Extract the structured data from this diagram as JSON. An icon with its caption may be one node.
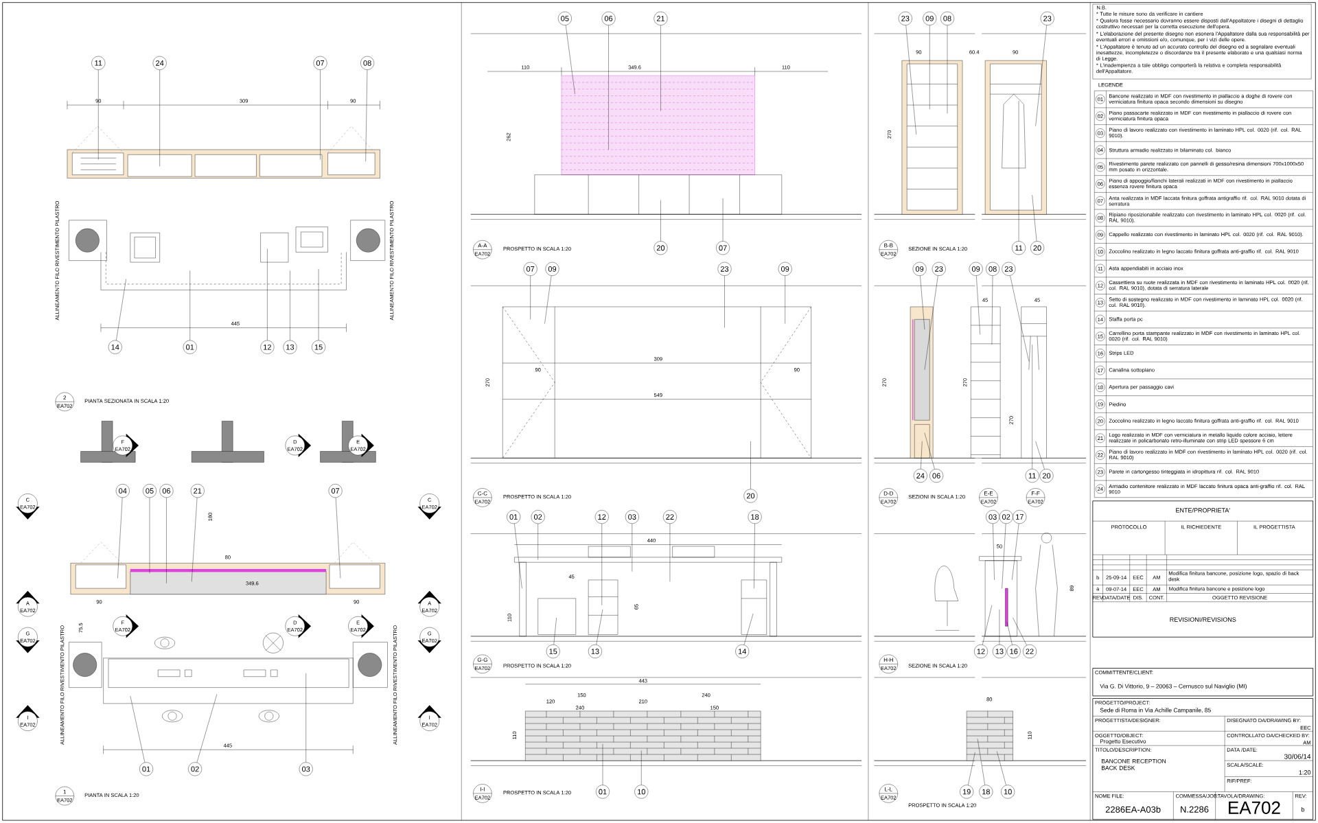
{
  "diagram": {
    "nodes": [
      {
        "text": [
          "11"
        ]
      },
      {
        "text": [
          "24"
        ]
      },
      {
        "text": [
          "07"
        ]
      },
      {
        "text": [
          "08"
        ]
      },
      {
        "text": [
          "14"
        ]
      },
      {
        "text": [
          "01"
        ]
      },
      {
        "text": [
          "12"
        ]
      },
      {
        "text": [
          "13"
        ]
      },
      {
        "text": [
          "15"
        ]
      },
      {
        "text": [
          "05"
        ]
      },
      {
        "text": [
          "06"
        ]
      },
      {
        "text": [
          "21"
        ]
      },
      {
        "text": [
          "23"
        ]
      },
      {
        "text": [
          "09"
        ]
      },
      {
        "text": [
          "08"
        ]
      },
      {
        "text": [
          "23"
        ]
      },
      {
        "text": [
          "20"
        ]
      },
      {
        "text": [
          "07"
        ]
      },
      {
        "text": [
          "11"
        ]
      },
      {
        "text": [
          "20"
        ]
      },
      {
        "text": [
          "07"
        ]
      },
      {
        "text": [
          "09"
        ]
      },
      {
        "text": [
          "23"
        ]
      },
      {
        "text": [
          "09"
        ]
      },
      {
        "text": [
          "09"
        ]
      },
      {
        "text": [
          "23"
        ]
      },
      {
        "text": [
          "09"
        ]
      },
      {
        "text": [
          "08"
        ]
      },
      {
        "text": [
          "23"
        ]
      },
      {
        "text": [
          "04"
        ]
      },
      {
        "text": [
          "05"
        ]
      },
      {
        "text": [
          "06"
        ]
      },
      {
        "text": [
          "21"
        ]
      },
      {
        "text": [
          "07"
        ]
      },
      {
        "text": [
          "20"
        ]
      },
      {
        "text": [
          "24"
        ]
      },
      {
        "text": [
          "06"
        ]
      },
      {
        "text": [
          "11"
        ]
      },
      {
        "text": [
          "20"
        ]
      },
      {
        "text": [
          "01"
        ]
      },
      {
        "text": [
          "02"
        ]
      },
      {
        "text": [
          "12"
        ]
      },
      {
        "text": [
          "03"
        ]
      },
      {
        "text": [
          "22"
        ]
      },
      {
        "text": [
          "18"
        ]
      },
      {
        "text": [
          "03"
        ]
      },
      {
        "text": [
          "02"
        ]
      },
      {
        "text": [
          "17"
        ]
      },
      {
        "text": [
          "15"
        ]
      },
      {
        "text": [
          "13"
        ]
      },
      {
        "text": [
          "14"
        ]
      },
      {
        "text": [
          "12"
        ]
      },
      {
        "text": [
          "13"
        ]
      },
      {
        "text": [
          "16"
        ]
      },
      {
        "text": [
          "22"
        ]
      },
      {
        "text": [
          "01"
        ]
      },
      {
        "text": [
          "02"
        ]
      },
      {
        "text": [
          "03"
        ]
      },
      {
        "text": [
          "01"
        ]
      },
      {
        "text": [
          "10"
        ]
      },
      {
        "text": [
          "19"
        ]
      },
      {
        "text": [
          "18"
        ]
      },
      {
        "text": [
          "10"
        ]
      }
    ],
    "edges": [
      {
        "from": 0,
        "to": null,
        "arrow": "none"
      },
      {
        "from": 1,
        "to": null,
        "arrow": "none"
      },
      {
        "from": 2,
        "to": null,
        "arrow": "none"
      },
      {
        "from": 3,
        "to": null,
        "arrow": "none"
      },
      {
        "from": 4,
        "to": null,
        "arrow": "none"
      },
      {
        "from": 5,
        "to": null,
        "arrow": "none"
      },
      {
        "from": 6,
        "to": null,
        "arrow": "none"
      },
      {
        "from": 7,
        "to": null,
        "arrow": "none"
      },
      {
        "from": 8,
        "to": null,
        "arrow": "none"
      },
      {
        "from": 9,
        "to": null,
        "arrow": "none"
      },
      {
        "from": 10,
        "to": null,
        "arrow": "none"
      },
      {
        "from": 11,
        "to": null,
        "arrow": "none"
      },
      {
        "from": 12,
        "to": null,
        "arrow": "none"
      },
      {
        "from": 13,
        "to": null,
        "arrow": "none"
      },
      {
        "from": 14,
        "to": null,
        "arrow": "none"
      },
      {
        "from": 15,
        "to": null,
        "arrow": "none"
      },
      {
        "from": 16,
        "to": null,
        "arrow": "none"
      },
      {
        "from": 17,
        "to": null,
        "arrow": "none"
      },
      {
        "from": 18,
        "to": null,
        "arrow": "none"
      },
      {
        "from": 19,
        "to": null,
        "arrow": "none"
      },
      {
        "from": 20,
        "to": null,
        "arrow": "none"
      },
      {
        "from": 21,
        "to": null,
        "arrow": "none"
      },
      {
        "from": 22,
        "to": null,
        "arrow": "none"
      },
      {
        "from": 23,
        "to": null,
        "arrow": "none"
      },
      {
        "from": 24,
        "to": null,
        "arrow": "none"
      },
      {
        "from": 25,
        "to": null,
        "arrow": "none"
      },
      {
        "from": 26,
        "to": null,
        "arrow": "none"
      },
      {
        "from": 27,
        "to": null,
        "arrow": "none"
      },
      {
        "from": 28,
        "to": null,
        "arrow": "none"
      },
      {
        "from": 29,
        "to": null,
        "arrow": "none"
      },
      {
        "from": 30,
        "to": null,
        "arrow": "none"
      },
      {
        "from": 31,
        "to": null,
        "arrow": "none"
      },
      {
        "from": 32,
        "to": null,
        "arrow": "none"
      },
      {
        "from": 33,
        "to": null,
        "arrow": "none"
      },
      {
        "from": 34,
        "to": null,
        "arrow": "none"
      },
      {
        "from": 35,
        "to": null,
        "arrow": "none"
      },
      {
        "from": 36,
        "to": null,
        "arrow": "none"
      },
      {
        "from": 37,
        "to": null,
        "arrow": "none"
      },
      {
        "from": 38,
        "to": null,
        "arrow": "none"
      },
      {
        "from": 39,
        "to": null,
        "arrow": "none"
      },
      {
        "from": 40,
        "to": null,
        "arrow": "none"
      },
      {
        "from": 41,
        "to": null,
        "arrow": "none"
      },
      {
        "from": 42,
        "to": null,
        "arrow": "none"
      },
      {
        "from": 43,
        "to": null,
        "arrow": "none"
      },
      {
        "from": 44,
        "to": null,
        "arrow": "none"
      },
      {
        "from": 45,
        "to": null,
        "arrow": "none"
      },
      {
        "from": 46,
        "to": null,
        "arrow": "none"
      },
      {
        "from": 47,
        "to": null,
        "arrow": "none"
      },
      {
        "from": 48,
        "to": null,
        "arrow": "none"
      },
      {
        "from": 49,
        "to": null,
        "arrow": "none"
      },
      {
        "from": 50,
        "to": null,
        "arrow": "none"
      },
      {
        "from": 51,
        "to": null,
        "arrow": "none"
      },
      {
        "from": 52,
        "to": null,
        "arrow": "none"
      },
      {
        "from": 53,
        "to": null,
        "arrow": "none"
      },
      {
        "from": 54,
        "to": null,
        "arrow": "none"
      },
      {
        "from": 55,
        "to": null,
        "arrow": "none"
      },
      {
        "from": 56,
        "to": null,
        "arrow": "none"
      },
      {
        "from": 57,
        "to": null,
        "arrow": "none"
      },
      {
        "from": 58,
        "to": null,
        "arrow": "none"
      },
      {
        "from": 59,
        "to": null,
        "arrow": "none"
      },
      {
        "from": 60,
        "to": null,
        "arrow": "none"
      },
      {
        "from": 61,
        "to": null,
        "arrow": "none"
      },
      {
        "from": 62,
        "to": null,
        "arrow": "none"
      }
    ],
    "labels": [
      "N.B.",
      "* Tutte le misure sono da verificare in cantiere",
      "* Qualora fosse necessario dovranno essere disposti dall'Appaltatore i disegni di dettaglio costruttivo necessari per la corretta esecuzione dell'opera.",
      "* L'elaborazione del presente disegno non esonera l'Appaltatore dalla sua responsabilità per eventuali errori e omissioni e/o, comunque, per i vizi delle opere.",
      "* L'Appaltatore è tenuto ad un accurato controllo del disegno ed a segnalare eventuali inesattezze, incompletezze o discordanze tra il presente elaborato e una qualsiasi norma di Legge.",
      "* L'inadempienza a tale obbligo comporterà la relativa e completa responsabilità dell'Appaltatore.",
      "LEGENDE",
      "01",
      "Bancone realizzato in MDF con rivestimento in piallaccio a doghe di rovere con verniciatura finitura opaca secondo dimensioni su disegno",
      "02",
      "Piano passacarte realizzato in MDF con rivestimento in piallaccio di rovere con verniciatura finitura opaca",
      "03",
      "Piano di lavoro realizzato con rivestimento in laminato HPL col. 0020 (rif. col. RAL 9010).",
      "04",
      "Struttura armadio realizzato in bilaminato col. bianco",
      "05",
      "Rivestimento parete realizzato con pannelli di gesso/resina dimensioni 700x1000x50 mm posato in orizzontale.",
      "06",
      "Piano di appoggio/fianchi laterali realizzati in MDF con rivestimento in piallaccio essenza rovere finitura opaca",
      "07",
      "Anta realizzata in MDF laccata finitura goffrata antigraffio rif. col. RAL 9010 dotata di serratura",
      "08",
      "Ripiano riposizionabile realizzato con rivestimento in laminato HPL col. 0020 (rif. col. RAL 9010).",
      "09",
      "Cappello realizzato con rivestimento in laminato HPL col. 0020 (rif. col. RAL 9010).",
      "10",
      "Zoccolino realizzato in legno laccato finitura goffrata anti-graffio rif. col. RAL 9010",
      "11",
      "Asta appendiabiti in acciaio inox",
      "12",
      "Cassettiera su ruote realizzata in MDF con rivestimento in laminato HPL col. 0020 (rif. col. RAL 9010), dotata di serratura laterale",
      "13",
      "Setto di sostegno realizzato in MDF con rivestimento in laminato HPL col. 0020 (rif. col. RAL 9010).",
      "14",
      "Staffa porta pc",
      "15",
      "Carrellino porta stampante realizzato in MDF con rivestimento in laminato HPL col. 0020 (rif. col. RAL 9010)",
      "16",
      "Strips LED",
      "17",
      "Canalina sottopiano",
      "18",
      "Apertura per passaggio cavi",
      "19",
      "Piedino",
      "20",
      "Zoccolino realizzato in legno laccato finitura goffrata anti-graffio rif. col. RAL 9010",
      "21",
      "Logo realizzato in MDF con verniciatura in metallo liquido colore acciaio, lettere realizzate in policarbonato retro-illuminate con strip LED spessore 6 cm",
      "22",
      "Piano di lavoro realizzato in MDF con rivestimento in laminato HPL col. 0020 (rif. col. RAL 9010)",
      "23",
      "Parete in cartongesso tinteggiata in idropittura rif. col. RAL 9010",
      "24",
      "Armadio contenitore realizzato in MDF laccato finitura opaca anti-graffio rif. col. RAL 9010",
      "ENTE/PROPRIETA'",
      "PROTOCOLLO",
      "IL RICHIEDENTE",
      "IL PROGETTISTA",
      "b",
      "25-09-14",
      "EEC",
      "AM",
      "Modifica finitura bancone, posizione logo, spazio di back desk",
      "a",
      "09-07-14",
      "EEC",
      "AM",
      "Modifica finitura bancone e posizione logo",
      "REV",
      "DATA/DATE",
      "DIS.",
      "CONT.",
      "OGGETTO REVISIONE",
      "REVISIONI/REVISIONS",
      "COMMITTENTE/CLIENT:",
      "Via G. Di Vittorio, 9 – 20063 – Cernusco sul Naviglio (MI)",
      "PROGETTO/PROJECT:",
      "Sede di Roma in Via Achille Campanile, 85",
      "PROGETTISTA/DESIGNER:",
      "DISEGNATO DA/DRAWING BY:",
      "EEC",
      "OGGETTO/OBJECT:",
      "Progetto Esecutivo",
      "CONTROLLATO DA/CHECKED BY:",
      "AM",
      "TITOLO/DESCRIPTION:",
      "BANCONE RECEPTION BACK DESK",
      "DATA /DATE:",
      "30/06/14",
      "SCALA/SCALE:",
      "1:20",
      "RIF/PREF:",
      "NOME FILE:",
      "COMMESSA/JOB:",
      "TAVOLA/DRAWING:",
      "REV:",
      "2286EA-A03b",
      "N.2286",
      "EA702",
      "b",
      "2",
      "EA702",
      "PIANTA SEZIONATA IN SCALA 1:20",
      "A-A",
      "EA702",
      "PROSPETTO IN SCALA 1:20",
      "B-B",
      "EA702",
      "SEZIONE IN SCALA 1:20",
      "C-C",
      "EA702",
      "PROSPETTO IN SCALA 1:20",
      "D-D",
      "EA702",
      "SEZIONI IN SCALA 1:20",
      "E-E",
      "EA702",
      "F-F",
      "EA702",
      "1",
      "EA702",
      "PIANTA IN SCALA 1:20",
      "G-G",
      "EA702",
      "PROSPETTO IN SCALA 1:20",
      "H-H",
      "EA702",
      "SEZIONE IN SCALA 1:20",
      "I-I",
      "EA702",
      "PROSPETTO IN SCALA 1:20",
      "L-L",
      "EA702",
      "PROSPETTO IN SCALA 1:20",
      "ALLINEAMENTO FILO RIVESTIMENTO PILASTRO",
      "ALLINEAMENTO FILO RIVESTIMENTO PILASTRO",
      "ALLINEAMENTO FILO RIVESTIMENTO PILASTRO",
      "ALLINEAMENTO FILO RIVESTIMENTO PILASTRO",
      "F",
      "EA702",
      "D",
      "EA702",
      "E",
      "EA702",
      "C",
      "EA702",
      "C",
      "EA702",
      "A",
      "EA702",
      "A",
      "EA702",
      "F",
      "EA702",
      "D",
      "EA702",
      "E",
      "EA702",
      "G",
      "EA702",
      "G",
      "EA702",
      "I",
      "EA702",
      "I",
      "EA702",
      "90",
      "309",
      "90",
      "445",
      "110",
      "349.6",
      "110",
      "262",
      "90",
      "60.4",
      "90",
      "270",
      "90",
      "309",
      "90",
      "549",
      "270",
      "45",
      "45",
      "270",
      "270",
      "270",
      "440",
      "45",
      "110",
      "65",
      "50",
      "89",
      "443",
      "150",
      "240",
      "120",
      "210",
      "240",
      "150",
      "110",
      "80",
      "110",
      "180",
      "80",
      "90",
      "349.6",
      "90",
      "75.5",
      "445"
    ]
  }
}
